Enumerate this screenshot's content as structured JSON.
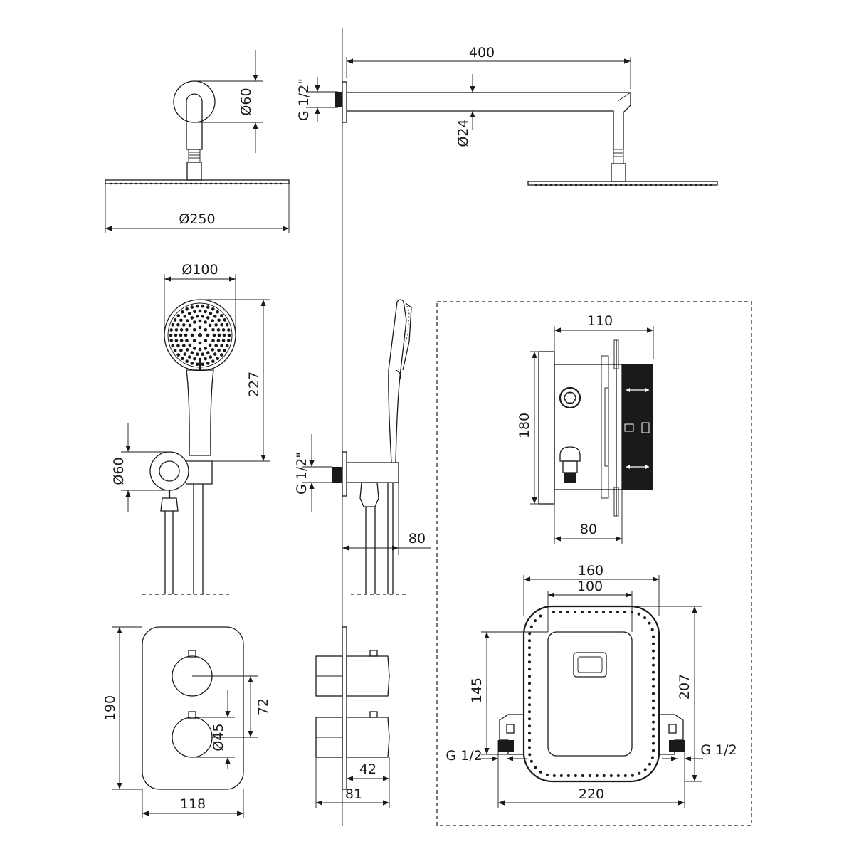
{
  "dimensions": {
    "head_mount_dia": "Ø60",
    "head_dia": "Ø250",
    "arm_length": "400",
    "arm_thread": "G 1/2\"",
    "arm_dia": "Ø24",
    "hand_head_dia": "Ø100",
    "hand_length": "227",
    "hand_holder_dia": "Ø60",
    "hand_thread": "G 1/2\"",
    "hand_depth": "80",
    "box_width": "110",
    "box_height": "180",
    "box_depth": "80",
    "plate_height": "190",
    "plate_width": "118",
    "knob_spacing": "72",
    "knob_dia": "Ø45",
    "knob_depth": "42",
    "total_depth": "81",
    "frame_width": "160",
    "cover_width": "100",
    "inlet_height": "145",
    "frame_height": "207",
    "inlet_left": "G 1/2",
    "inlet_right": "G 1/2",
    "inlet_spacing": "220"
  }
}
